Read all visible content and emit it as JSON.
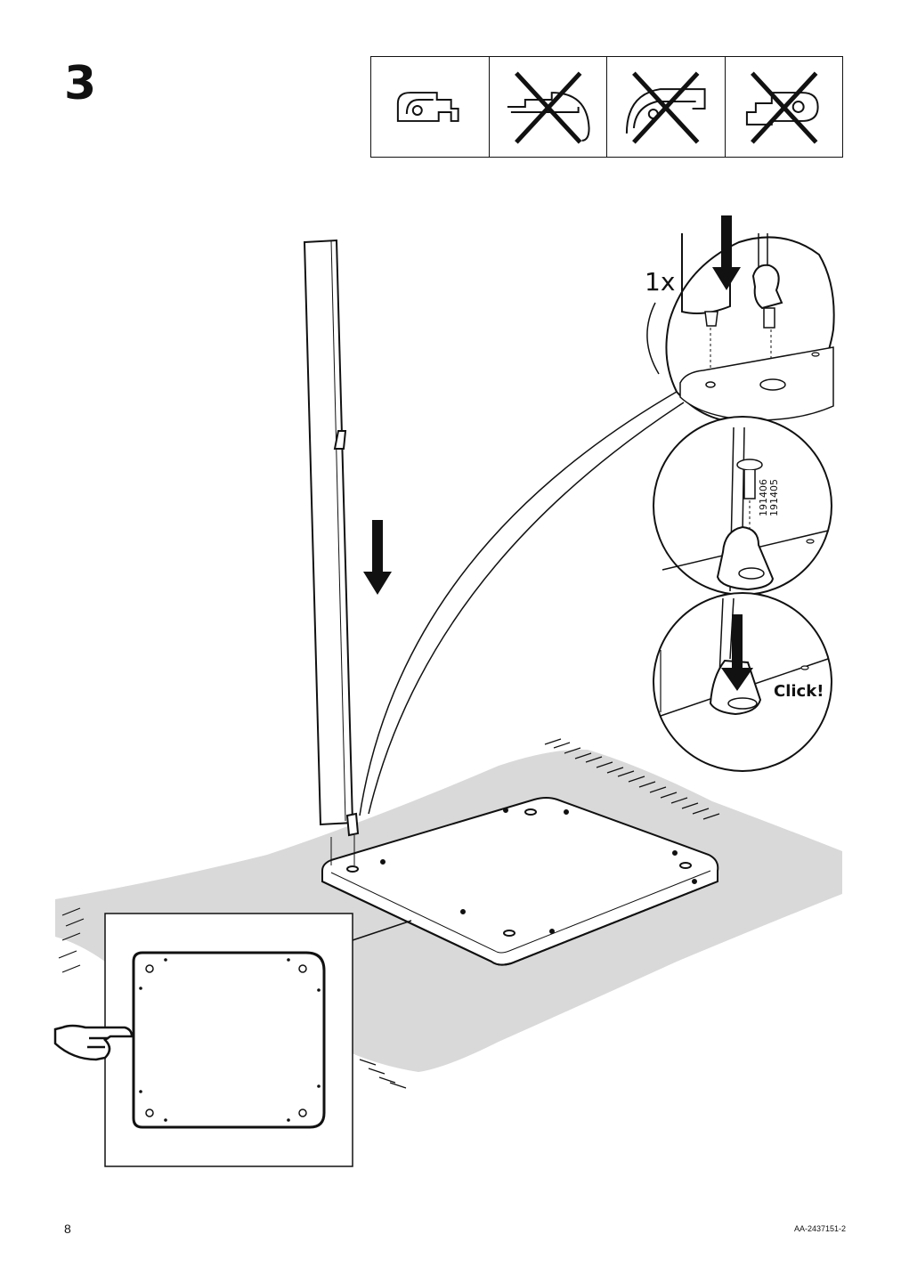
{
  "step": {
    "number": "3"
  },
  "profile_strip": {
    "cells": [
      {
        "icon": "profile-correct-icon",
        "crossed": false
      },
      {
        "icon": "profile-wrong-icon",
        "crossed": true
      },
      {
        "icon": "profile-wrong-icon",
        "crossed": true
      },
      {
        "icon": "profile-wrong-icon",
        "crossed": true
      }
    ]
  },
  "detail": {
    "quantity": "1x",
    "part_numbers": [
      "191406",
      "191405"
    ],
    "click_text": "Click!"
  },
  "footer": {
    "page_number": "8",
    "document_code": "AA-2437151-2"
  },
  "colors": {
    "ink": "#111111",
    "carpet": "#d9d9d9",
    "paper": "#ffffff"
  }
}
